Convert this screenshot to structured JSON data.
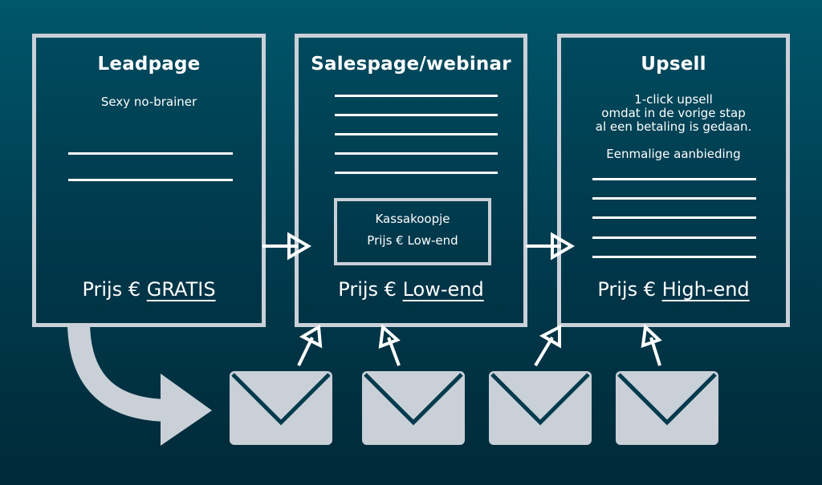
{
  "leadpage": {
    "title": "Leadpage",
    "subtitle": "Sexy no-brainer",
    "price_prefix": "Prijs €",
    "price_value": "GRATIS"
  },
  "salespage": {
    "title": "Salespage/webinar",
    "box_line1": "Kassakoopje",
    "box_line2": "Prijs € Low-end",
    "price_prefix": "Prijs €",
    "price_value": "Low-end"
  },
  "upsell": {
    "title": "Upsell",
    "desc_line1": "1-click upsell",
    "desc_line2": "omdat in de vorige stap",
    "desc_line3": "al een betaling is gedaan.",
    "desc_line4": "Eenmalige aanbieding",
    "price_prefix": "Prijs €",
    "price_value": "High-end"
  },
  "icons": [
    "envelope-icon",
    "arrow-icon",
    "curved-arrow-icon"
  ],
  "colors": {
    "background_top": "#00566b",
    "background_bottom": "#002a38",
    "panel_border": "#c9d0d8",
    "envelope": "#c9d0d8",
    "text": "#ffffff"
  }
}
